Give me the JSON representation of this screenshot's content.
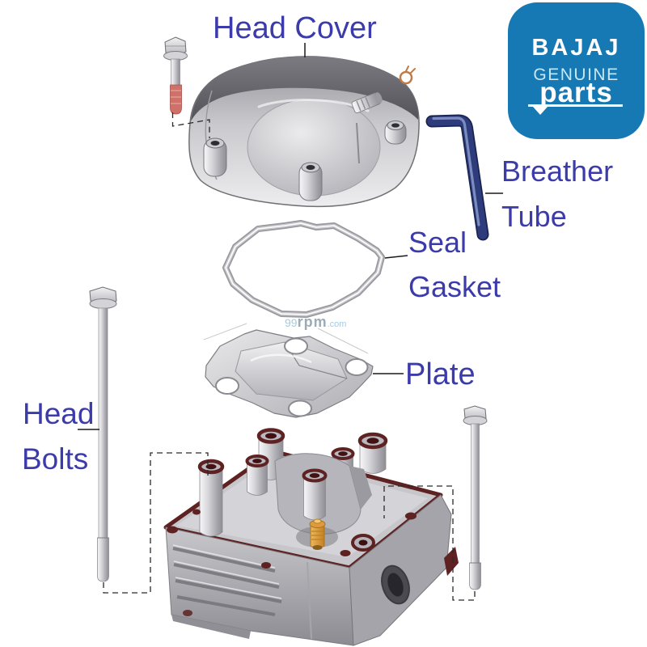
{
  "labels": {
    "head_cover": "Head Cover",
    "breather_tube_line1": "Breather",
    "breather_tube_line2": "Tube",
    "seal_gasket_line1": "Seal",
    "seal_gasket_line2": "Gasket",
    "plate": "Plate",
    "head_bolts_line1": "Head",
    "head_bolts_line2": "Bolts"
  },
  "logo": {
    "brand": "BAJAJ",
    "genuine": "GENUINE",
    "parts": "parts"
  },
  "watermark": {
    "part1": "99",
    "part2": "rpm",
    "part3": ".com"
  },
  "icons": {
    "breather_clip": "clip-ring-icon",
    "logo_arrow": "down-arrow-icon"
  },
  "colors": {
    "label_text": "#3b3bab",
    "leader_line": "#1a1a1a",
    "logo_background": "#1779b3",
    "logo_text": "#ffffff",
    "logo_genuine_text": "#c8e6f4",
    "breather_tube_blue": "#2e3c7c",
    "bolt_thread_red": "#cf7169",
    "head_port_maroon": "#5e2222",
    "spark_plug_orange": "#e09a3e",
    "metal_light": "#d9d9dd",
    "metal_dark": "#6a6a70",
    "watermark_blue": "#a5cbe2"
  }
}
